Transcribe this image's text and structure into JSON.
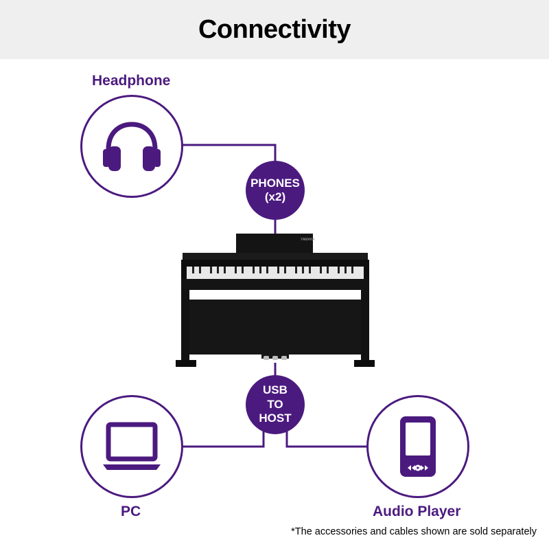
{
  "header": {
    "title": "Connectivity"
  },
  "labels": {
    "headphone": "Headphone",
    "pc": "PC",
    "audio_player": "Audio Player"
  },
  "ports": {
    "phones_line1": "PHONES",
    "phones_line2": "(x2)",
    "usb_line1": "USB",
    "usb_line2": "TO",
    "usb_line3": "HOST"
  },
  "piano_brand": "YAMAHA",
  "footnote": "*The accessories and cables shown are sold separately",
  "colors": {
    "accent": "#4b1a7f",
    "header_bg": "#efefef"
  },
  "icons": [
    "headphones-icon",
    "laptop-icon",
    "audio-player-icon"
  ]
}
